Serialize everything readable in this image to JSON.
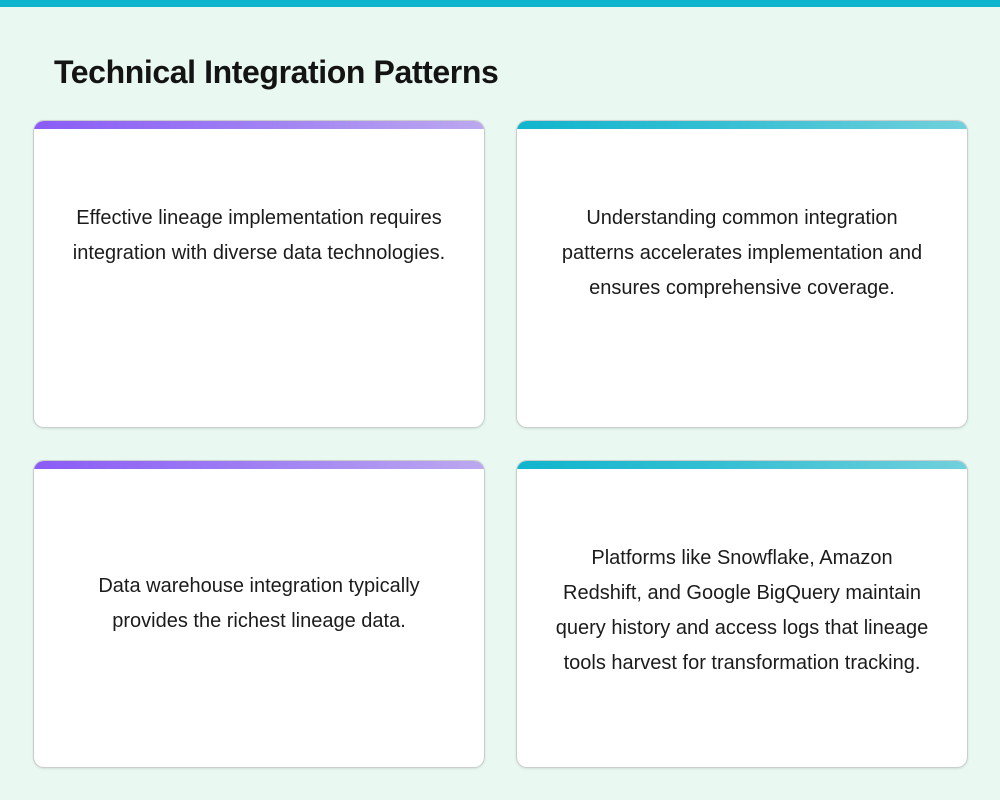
{
  "theme": {
    "top_bar_color": "#0fb5ce",
    "background_color": "#e9f9f1",
    "card_background": "#ffffff",
    "accent_purple_from": "#8b5cf6",
    "accent_purple_to": "#bca8f0",
    "accent_cyan_from": "#10b5cd",
    "accent_cyan_to": "#72d0dc",
    "text_color": "#1b1b1b",
    "title_color": "#141414"
  },
  "header": {
    "title": "Technical Integration Patterns"
  },
  "cards": [
    {
      "id": "card-effective-lineage",
      "accent": "purple",
      "align": "top",
      "text": "Effective lineage implementation requires integration with diverse data technologies."
    },
    {
      "id": "card-common-patterns",
      "accent": "cyan",
      "align": "top",
      "text": "Understanding common integration patterns accelerates implementation and ensures comprehensive coverage."
    },
    {
      "id": "card-data-warehouse",
      "accent": "purple",
      "align": "center",
      "text": "Data warehouse integration typically provides the richest lineage data."
    },
    {
      "id": "card-platforms",
      "accent": "cyan",
      "align": "top",
      "text": "Platforms like Snowflake, Amazon Redshift, and Google BigQuery maintain query history and access logs that lineage tools harvest for transformation tracking."
    }
  ]
}
